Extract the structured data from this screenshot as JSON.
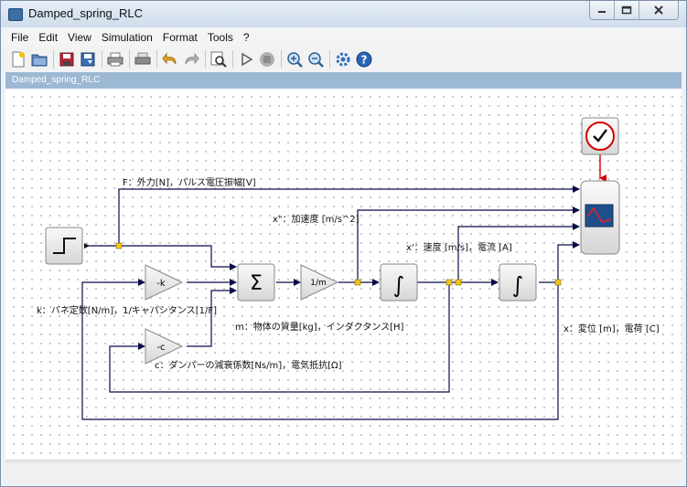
{
  "window": {
    "title": "Damped_spring_RLC"
  },
  "menubar": {
    "items": [
      "File",
      "Edit",
      "View",
      "Simulation",
      "Format",
      "Tools",
      "?"
    ]
  },
  "toolbar": {
    "icons": [
      "new-diagram-icon",
      "open-folder-icon",
      "save-icon",
      "save-as-icon",
      "print-icon",
      "export-icon",
      "undo-icon",
      "redo-icon",
      "view-diagram-browser-icon",
      "start-simulation-icon",
      "stop-simulation-icon",
      "zoom-in-icon",
      "zoom-out-icon",
      "setup-icon",
      "help-icon"
    ]
  },
  "tab": {
    "label": "Damped_spring_RLC"
  },
  "diagram": {
    "labels": {
      "force": "F：外力[N]，パルス電圧振幅[V]",
      "accel": "x\"：加速度 [m/s^2]",
      "velocity": "x'：速度 [m/s]，電流 [A]",
      "spring": "k：バネ定数[N/m]，1/キャパシタンス[1/F]",
      "mass": "m：物体の質量[kg]，インダクタンス[H]",
      "damper": "c：ダンパーの減衰係数[Ns/m]，電気抵抗[Ω]",
      "position": "x：変位 [m]，電荷 [C]"
    },
    "blocks": {
      "gain_k": "-k",
      "gain_c": "-c",
      "gain_m": "1/m",
      "sum": "Σ",
      "integral": "∫"
    },
    "colors": {
      "wire": "#0b0b4a",
      "split": "#f5c518",
      "clock": "#d40000"
    }
  }
}
